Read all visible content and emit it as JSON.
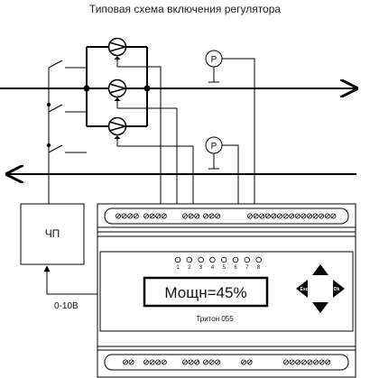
{
  "title": "Типовая схема включения регулятора",
  "vfd": {
    "label": "ЧП"
  },
  "control_signal": {
    "label": "0-10В"
  },
  "pressure_sensors": [
    {
      "label": "P"
    },
    {
      "label": "P"
    }
  ],
  "controller": {
    "display": {
      "text": "Мощн=45%"
    },
    "model": "Тритон 055",
    "leds": [
      "1",
      "2",
      "3",
      "4",
      "5",
      "6",
      "7",
      "8"
    ],
    "buttons": {
      "esc": "Esc",
      "ok": "Ok"
    }
  },
  "colors": {
    "line": "#000000",
    "display_bg": "#ffffff",
    "keypad": "#000000"
  }
}
